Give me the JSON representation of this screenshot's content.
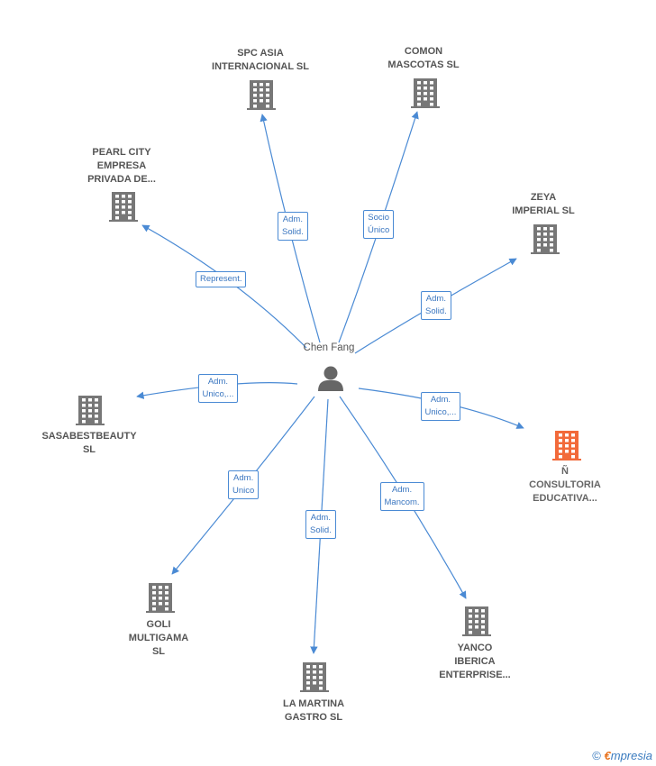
{
  "center": {
    "name": "Chen Fang",
    "icon": "person-icon"
  },
  "companies": [
    {
      "id": "spc",
      "label": "SPC ASIA\nINTERNACIONAL SL",
      "icon": "building-icon",
      "highlight": false
    },
    {
      "id": "comon",
      "label": "COMON\nMASCOTAS  SL",
      "icon": "building-icon",
      "highlight": false
    },
    {
      "id": "pearl",
      "label": "PEARL CITY\nEMPRESA\nPRIVADA DE...",
      "icon": "building-icon",
      "highlight": false
    },
    {
      "id": "zeya",
      "label": "ZEYA\nIMPERIAL  SL",
      "icon": "building-icon",
      "highlight": false
    },
    {
      "id": "sasa",
      "label": "SASABESTBEAUTY\nSL",
      "icon": "building-icon",
      "highlight": false
    },
    {
      "id": "consultoria",
      "label": "Ñ\nCONSULTORIA\nEDUCATIVA...",
      "icon": "building-icon",
      "highlight": true
    },
    {
      "id": "goli",
      "label": "GOLI\nMULTIGAMA\nSL",
      "icon": "building-icon",
      "highlight": false
    },
    {
      "id": "martina",
      "label": "LA MARTINA\nGASTRO  SL",
      "icon": "building-icon",
      "highlight": false
    },
    {
      "id": "yanco",
      "label": "YANCO\nIBERICA\nENTERPRISE...",
      "icon": "building-icon",
      "highlight": false
    }
  ],
  "relations": [
    {
      "to": "spc",
      "label": "Adm.\nSolid."
    },
    {
      "to": "comon",
      "label": "Socio\nÚnico"
    },
    {
      "to": "pearl",
      "label": "Represent."
    },
    {
      "to": "zeya",
      "label": "Adm.\nSolid."
    },
    {
      "to": "sasa",
      "label": "Adm.\nUnico,..."
    },
    {
      "to": "consultoria",
      "label": "Adm.\nUnico,..."
    },
    {
      "to": "goli",
      "label": "Adm.\nUnico"
    },
    {
      "to": "martina",
      "label": "Adm.\nSolid."
    },
    {
      "to": "yanco",
      "label": "Adm.\nMancom."
    }
  ],
  "colors": {
    "edge": "#4a8ad4",
    "building": "#777777",
    "highlight": "#f26a3a",
    "person": "#666666"
  },
  "footer": {
    "copyright": "©",
    "brand_first": "€",
    "brand_rest": "mpresia"
  }
}
